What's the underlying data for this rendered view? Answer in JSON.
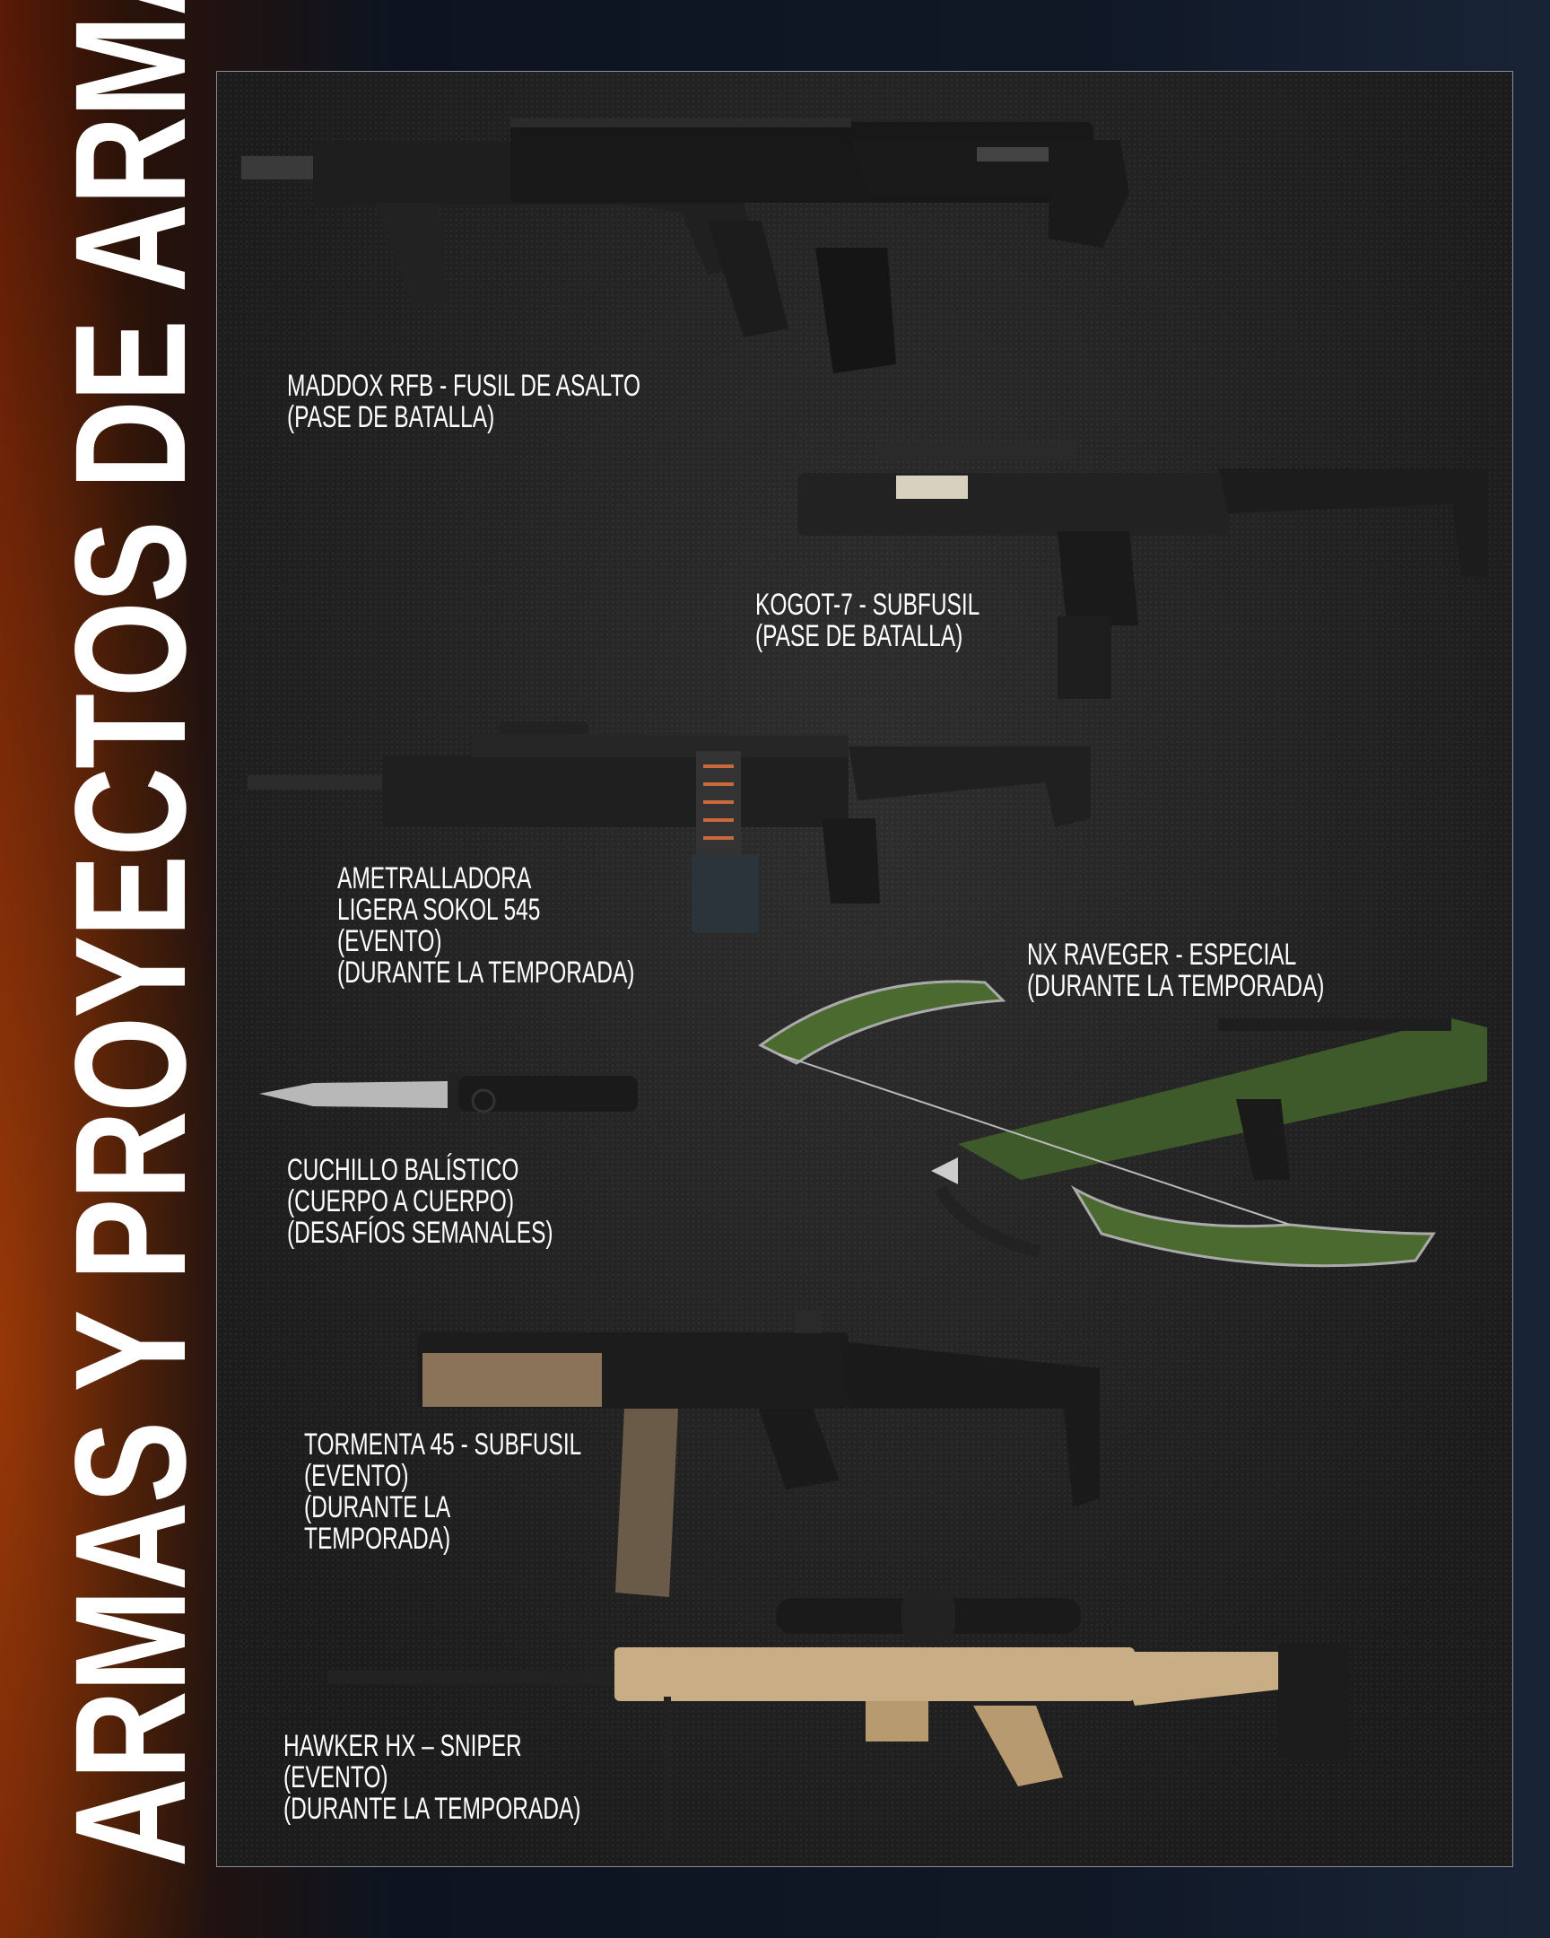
{
  "title": "ARMAS Y PROYECTOS DE ARMA",
  "weapons": [
    {
      "lines": [
        "MADDOX RFB - FUSIL DE ASALTO",
        "(PASE DE BATALLA)"
      ]
    },
    {
      "lines": [
        "KOGOT-7 - SUBFUSIL",
        "(PASE DE BATALLA)"
      ]
    },
    {
      "lines": [
        "AMETRALLADORA",
        "LIGERA SOKOL 545",
        "(EVENTO)",
        "(DURANTE LA TEMPORADA)"
      ]
    },
    {
      "lines": [
        "NX RAVEGER - ESPECIAL",
        "(DURANTE LA TEMPORADA)"
      ]
    },
    {
      "lines": [
        "CUCHILLO BALÍSTICO",
        "(CUERPO A CUERPO)",
        "(DESAFÍOS SEMANALES)"
      ]
    },
    {
      "lines": [
        "TORMENTA 45 - SUBFUSIL",
        "(EVENTO)",
        "(DURANTE LA",
        "TEMPORADA)"
      ]
    },
    {
      "lines": [
        "HAWKER HX – SNIPER",
        "(EVENTO)",
        "(DURANTE LA TEMPORADA)"
      ]
    }
  ],
  "colors": {
    "panel": "#242424",
    "text": "#ffffff",
    "crossbow": "#3f5a2a",
    "sniper": "#c9ad84"
  }
}
